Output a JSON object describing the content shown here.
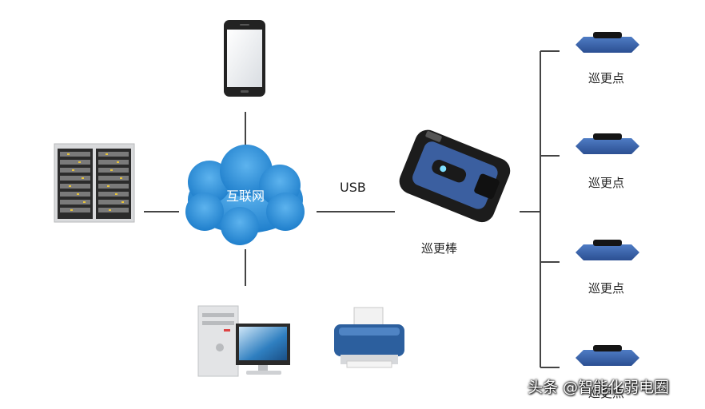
{
  "diagram": {
    "cloud_label": "互联网",
    "link_label": "USB",
    "patrol_stick_label": "巡更棒",
    "checkpoint_labels": [
      "巡更点",
      "巡更点",
      "巡更点",
      "巡更点"
    ]
  },
  "watermark": "头条 @智能化弱电圈",
  "colors": {
    "cloud": "#2f8fd6",
    "line": "#444444",
    "checkpoint_blue": "#3a62a8",
    "stick_blue": "#3b5fa0",
    "stick_body": "#1c1c1c"
  },
  "icons": [
    "server-rack-icon",
    "smartphone-icon",
    "desktop-computer-icon",
    "printer-icon",
    "patrol-stick-icon",
    "checkpoint-icon"
  ]
}
